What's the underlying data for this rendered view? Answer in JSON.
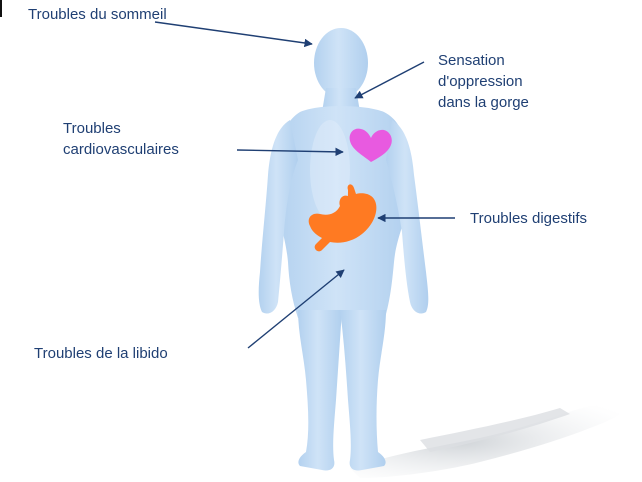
{
  "labels": {
    "sleep": "Troubles du sommeil",
    "throat": "Sensation\nd'oppression\ndans la gorge",
    "cardio": "Troubles\ncardiovasculaires",
    "digestive": "Troubles digestifs",
    "libido": "Troubles de la libido"
  },
  "colors": {
    "body": "#bcd8f3",
    "body_highlight": "#d8e9f9",
    "shadow": "#d6d9dc",
    "heart": "#e85ae0",
    "stomach": "#ff7a22",
    "arrow": "#1f3f73",
    "text": "#1f3f73"
  }
}
